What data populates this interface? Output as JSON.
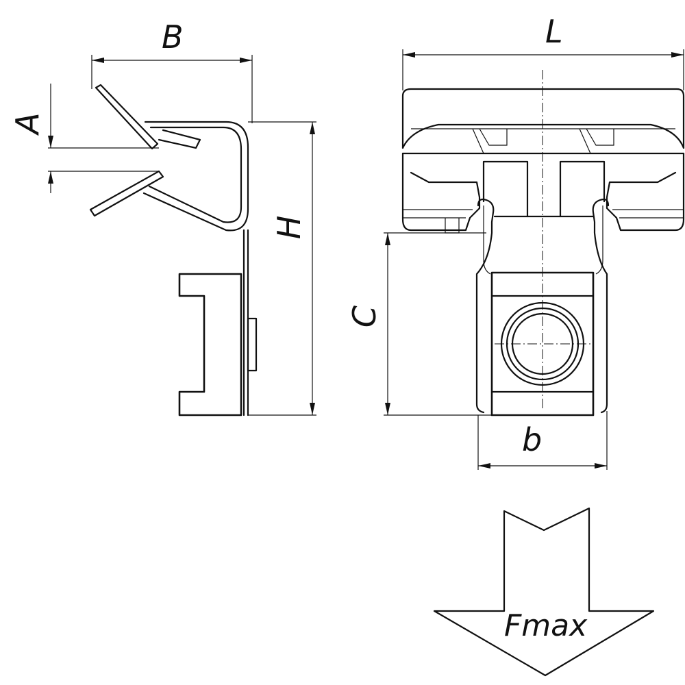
{
  "dimensions": {
    "B": "B",
    "L": "L",
    "A": "A",
    "H": "H",
    "C": "C",
    "b": "b"
  },
  "force": {
    "label": "Fmax"
  }
}
